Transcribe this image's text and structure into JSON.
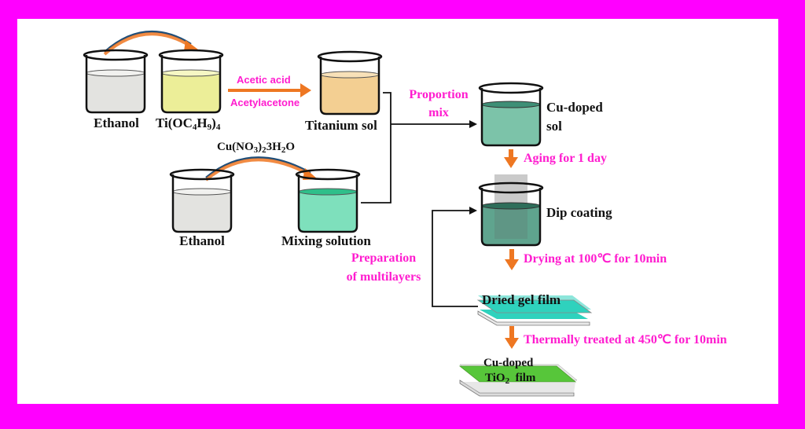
{
  "beakers": {
    "ethanol1": {
      "label": "Ethanol",
      "liquid": "#e3e3e0"
    },
    "tbot": {
      "label_main": "Ti(OC",
      "sub1": "4",
      "label_mid": "H",
      "sub2": "9",
      "label_end": ")",
      "sub3": "4",
      "liquid": "#ecee98"
    },
    "titanium_sol": {
      "label": "Titanium sol",
      "liquid": "#f3cf92"
    },
    "ethanol2": {
      "label": "Ethanol",
      "liquid": "#e3e3e0"
    },
    "mixing": {
      "label": "Mixing solution",
      "liquid": "#7ee0bc"
    },
    "cu_sol": {
      "label_line1": "Cu-doped",
      "label_line2": "sol",
      "liquid": "#7cc3a9"
    },
    "dip": {
      "label": "Dip coating",
      "liquid": "#5fa48e"
    }
  },
  "reagents": {
    "acetic_acid": "Acetic acid",
    "acetylacetone": "Acetylacetone",
    "copper_nitrate": {
      "main": "Cu(NO",
      "sub1": "3",
      "mid": ")",
      "sub2": "2",
      "rest": "3H",
      "sub3": "2",
      "end": "O"
    }
  },
  "steps": {
    "proportion_line1": "Proportion",
    "proportion_line2": "mix",
    "aging": "Aging for 1 day",
    "drying": "Drying at 100℃ for 10min",
    "thermal": "Thermally treated at 450℃ for 10min",
    "multilayer_line1": "Preparation",
    "multilayer_line2": "of multilayers"
  },
  "films": {
    "dried_gel": {
      "label": "Dried gel film",
      "color": "#2fd2bd"
    },
    "final": {
      "label_line1": "Cu-doped",
      "label_main": "TiO",
      "label_sub": "2",
      "label_end": "  film",
      "color": "#57c63a"
    }
  },
  "colors": {
    "border": "#ff00ff",
    "highlight_text": "#ff1ccf",
    "arrow_orange": "#ee7722",
    "transfer_arc": "#1f4e79"
  }
}
